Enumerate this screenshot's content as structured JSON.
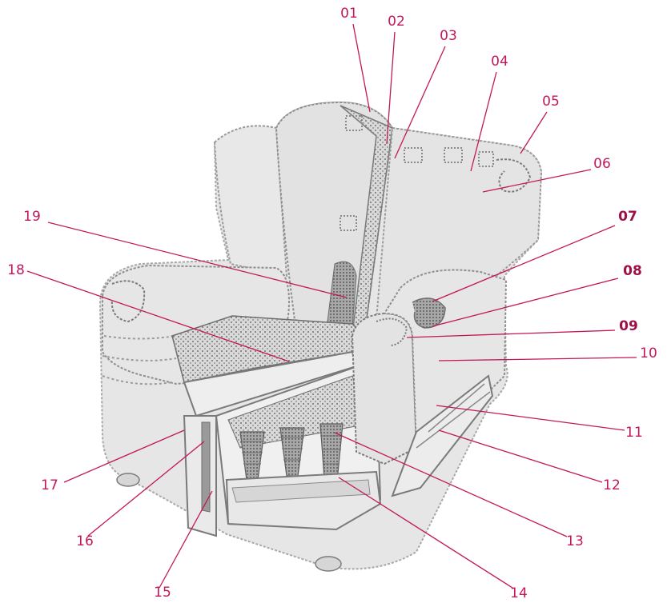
{
  "colors": {
    "accent": "#c2185b",
    "accent_dark": "#9e1148",
    "chair_fill": "#e6e6e6",
    "chair_line": "#9a9a9a",
    "chair_dark": "#7a7a7a"
  },
  "callouts": [
    {
      "id": "01",
      "dark": false
    },
    {
      "id": "02",
      "dark": false
    },
    {
      "id": "03",
      "dark": false
    },
    {
      "id": "04",
      "dark": false
    },
    {
      "id": "05",
      "dark": false
    },
    {
      "id": "06",
      "dark": false
    },
    {
      "id": "07",
      "dark": true
    },
    {
      "id": "08",
      "dark": true
    },
    {
      "id": "09",
      "dark": true
    },
    {
      "id": "10",
      "dark": false
    },
    {
      "id": "11",
      "dark": false
    },
    {
      "id": "12",
      "dark": false
    },
    {
      "id": "13",
      "dark": false
    },
    {
      "id": "14",
      "dark": false
    },
    {
      "id": "15",
      "dark": false
    },
    {
      "id": "16",
      "dark": false
    },
    {
      "id": "17",
      "dark": false
    },
    {
      "id": "18",
      "dark": false
    },
    {
      "id": "19",
      "dark": false
    }
  ]
}
